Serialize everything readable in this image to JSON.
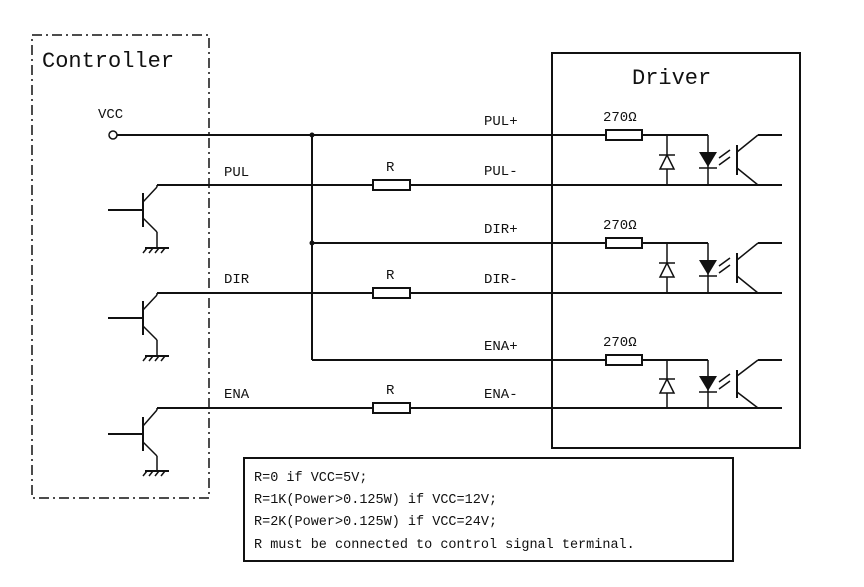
{
  "controller": {
    "title": "Controller",
    "vcc_label": "VCC",
    "pul_label": "PUL",
    "dir_label": "DIR",
    "ena_label": "ENA"
  },
  "driver": {
    "title": "Driver"
  },
  "terminals": {
    "pul_plus": "PUL+",
    "pul_minus": "PUL-",
    "dir_plus": "DIR+",
    "dir_minus": "DIR-",
    "ena_plus": "ENA+",
    "ena_minus": "ENA-"
  },
  "resistors": {
    "series": "R",
    "internal": "270Ω"
  },
  "notes": [
    "R=0 if VCC=5V;",
    "R=1K(Power>0.125W) if VCC=12V;",
    "R=2K(Power>0.125W) if VCC=24V;",
    "R must be connected to control signal terminal."
  ]
}
